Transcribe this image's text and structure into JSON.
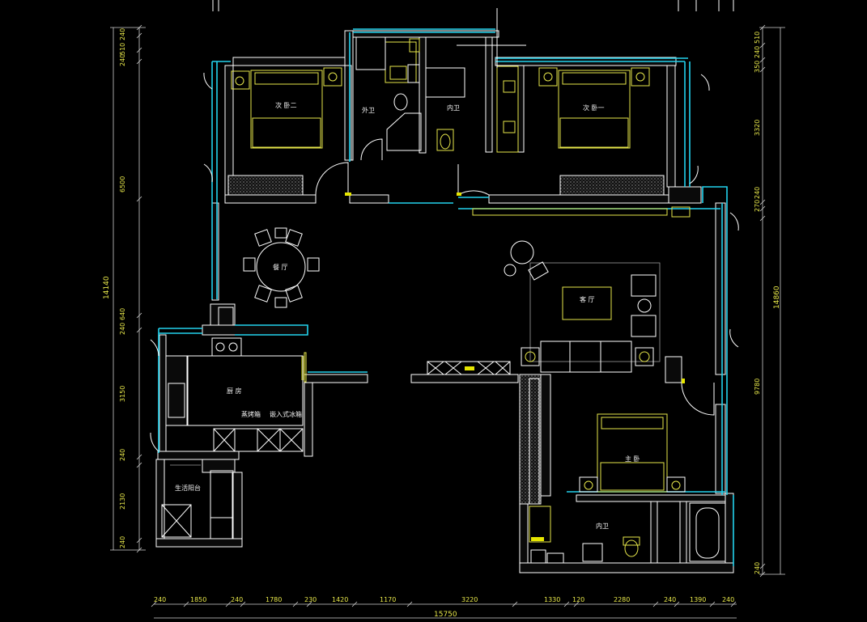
{
  "rooms": {
    "second_bedroom_2": "次 卧二",
    "guest_bath": "外卫",
    "inner_bath_north": "内卫",
    "second_bedroom_1": "次 卧一",
    "dining": "餐 厅",
    "living": "客 厅",
    "kitchen": "厨 房",
    "steam_oven": "蒸烤箱",
    "fridge": "嵌入式冰箱",
    "service_balcony": "生活阳台",
    "master_bedroom": "主 卧",
    "master_bath": "内卫"
  },
  "dimensions": {
    "bottom": [
      "240",
      "1850",
      "240",
      "1780",
      "230",
      "1420",
      "1170",
      "3220",
      "1330",
      "120",
      "2280",
      "240",
      "1390",
      "240"
    ],
    "bottom_total": "15750",
    "left": [
      "240",
      "510",
      "240",
      "6500",
      "640",
      "240",
      "3150",
      "240",
      "2130",
      "240"
    ],
    "left_total": "14140",
    "right": [
      "510",
      "240",
      "350",
      "3320",
      "240",
      "270",
      "9780",
      "240"
    ],
    "right_total": "14860"
  },
  "colors": {
    "wall_outline": "#ffffff",
    "window": "#22d3ee",
    "dimension": "#e6e64a",
    "background": "#000000"
  }
}
